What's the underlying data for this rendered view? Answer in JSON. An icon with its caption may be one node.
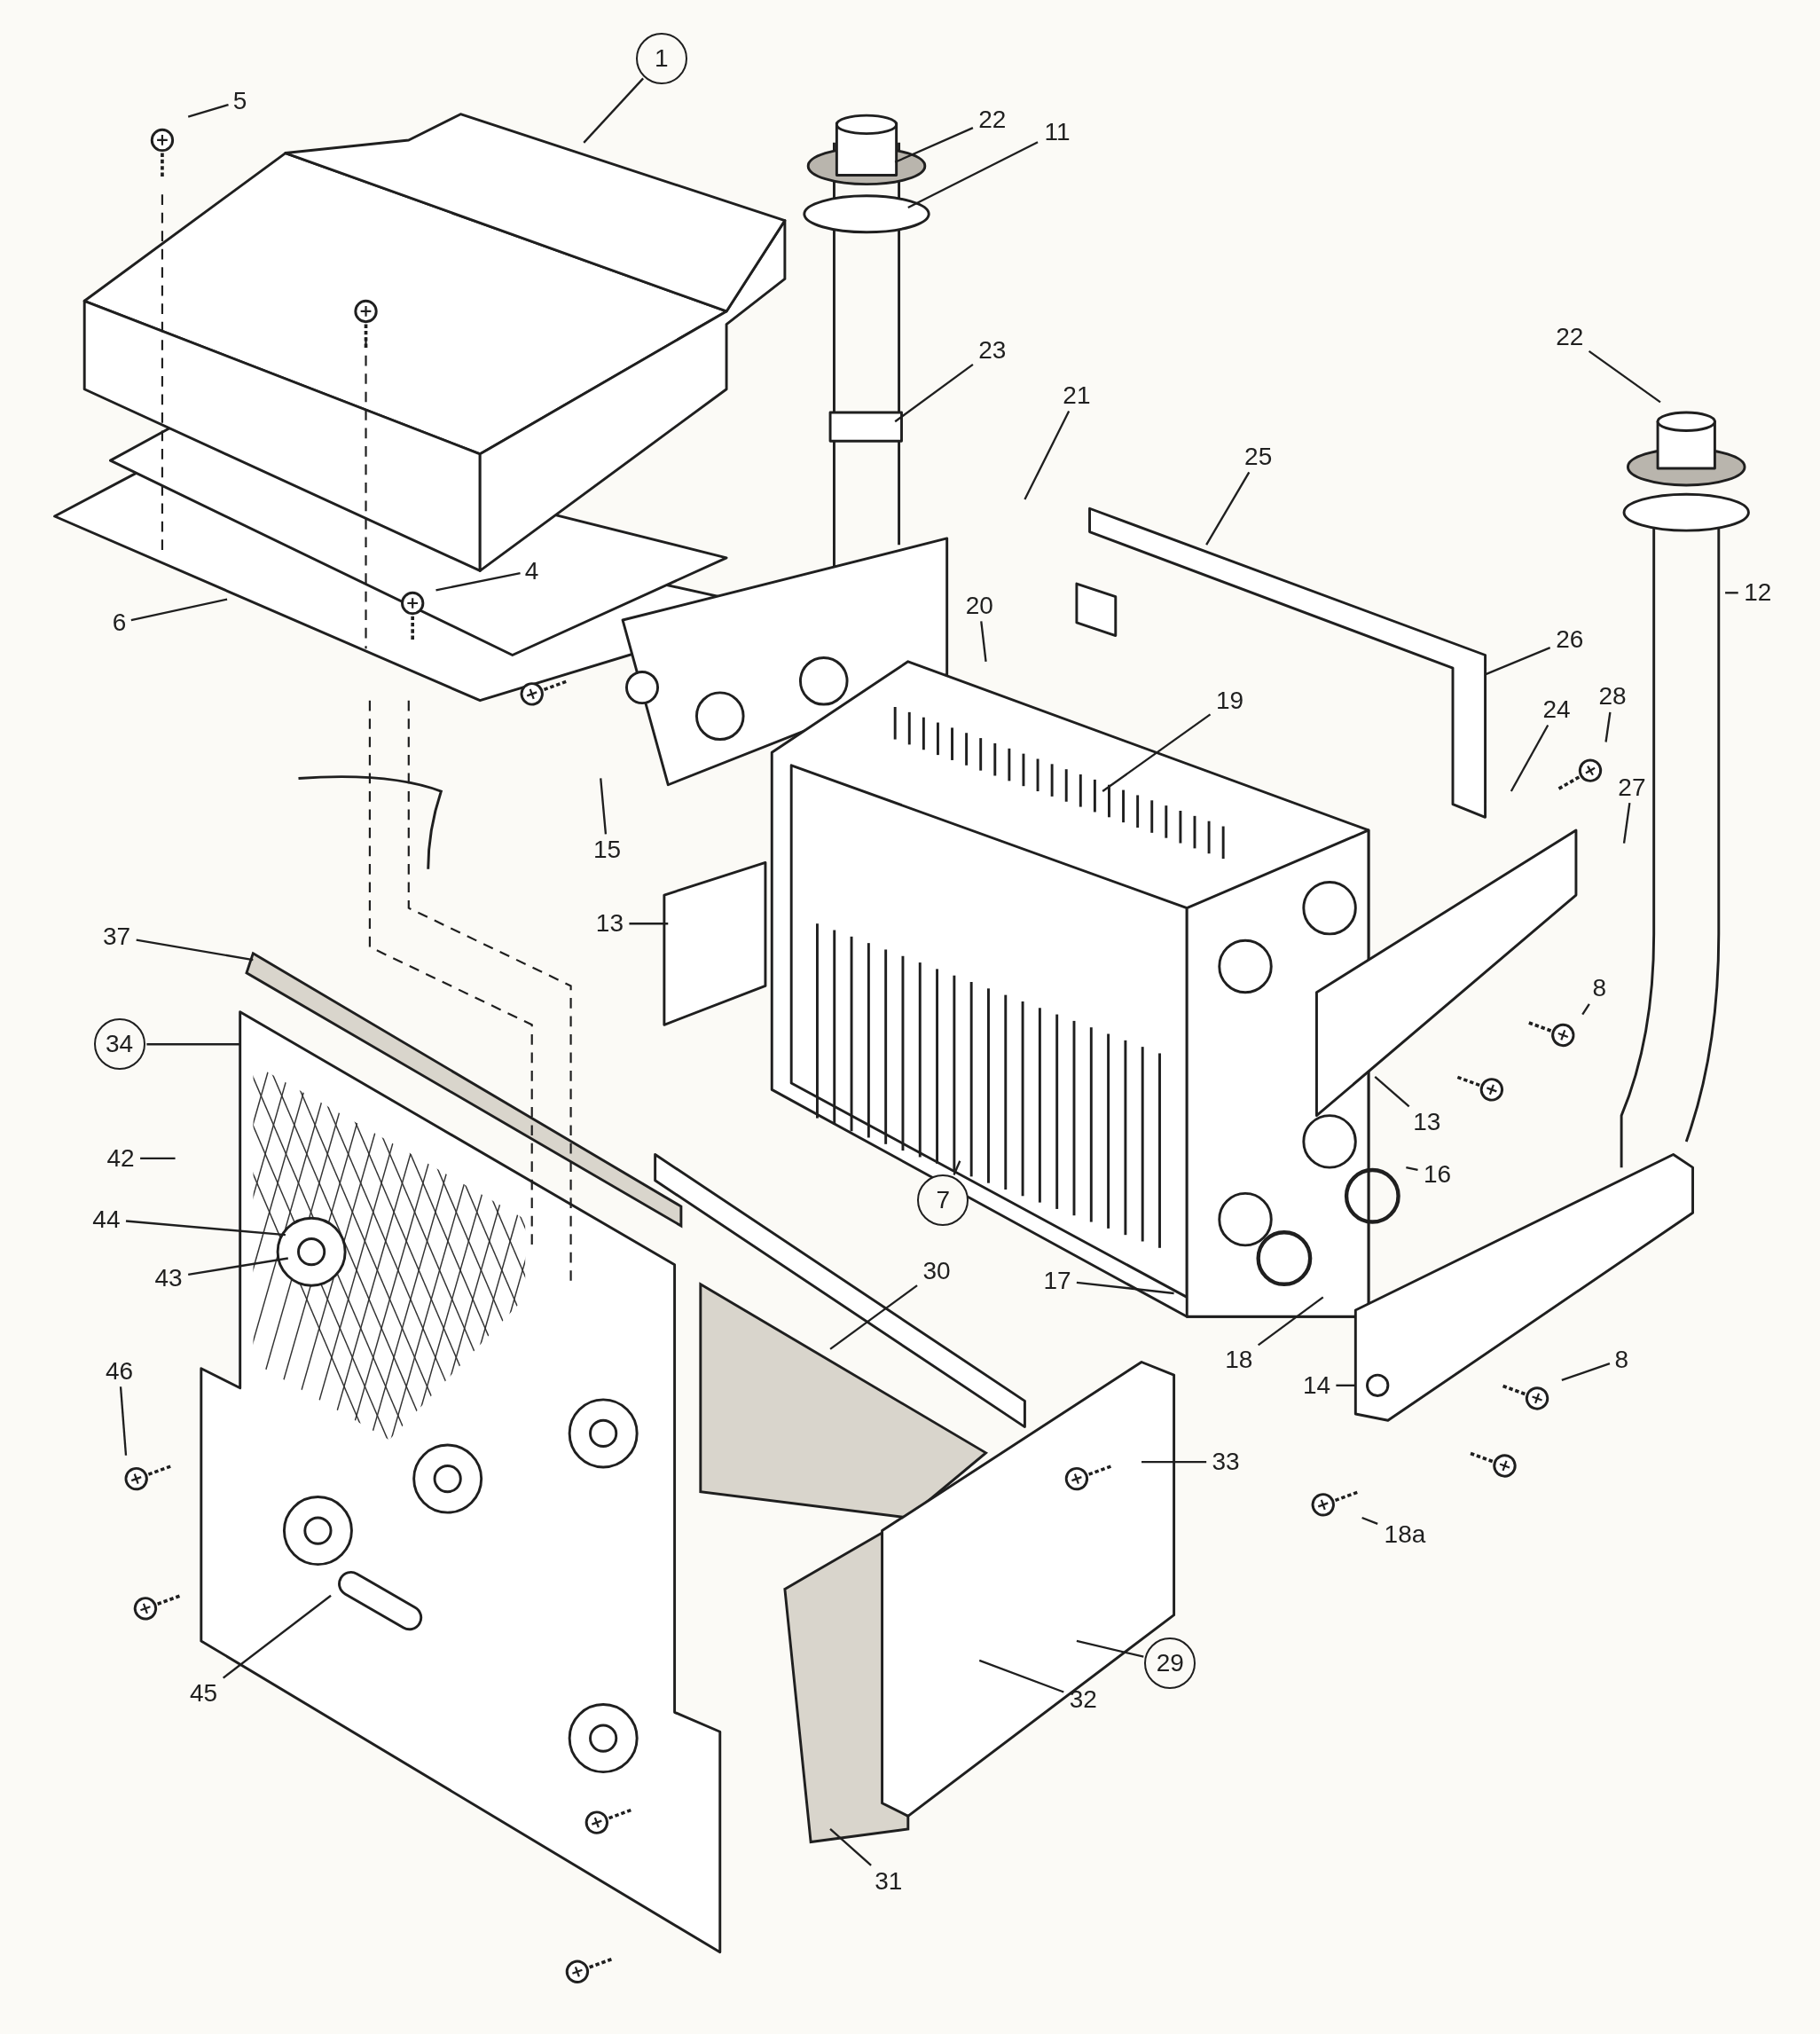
{
  "diagram": {
    "nodes": [
      {
        "text": [
          "1"
        ]
      },
      {
        "text": [
          "5"
        ]
      },
      {
        "text": [
          "22"
        ]
      },
      {
        "text": [
          "11"
        ]
      },
      {
        "text": [
          "23"
        ]
      },
      {
        "text": [
          "21"
        ]
      },
      {
        "text": [
          "25"
        ]
      },
      {
        "text": [
          "22"
        ]
      },
      {
        "text": [
          "12"
        ]
      },
      {
        "text": [
          "4"
        ]
      },
      {
        "text": [
          "6"
        ]
      },
      {
        "text": [
          "20"
        ]
      },
      {
        "text": [
          "26"
        ]
      },
      {
        "text": [
          "19"
        ]
      },
      {
        "text": [
          "28"
        ]
      },
      {
        "text": [
          "24"
        ]
      },
      {
        "text": [
          "27"
        ]
      },
      {
        "text": [
          "15"
        ]
      },
      {
        "text": [
          "13"
        ]
      },
      {
        "text": [
          "37"
        ]
      },
      {
        "text": [
          "34"
        ]
      },
      {
        "text": [
          "8"
        ]
      },
      {
        "text": [
          "13"
        ]
      },
      {
        "text": [
          "42"
        ]
      },
      {
        "text": [
          "44"
        ]
      },
      {
        "text": [
          "43"
        ]
      },
      {
        "text": [
          "16"
        ]
      },
      {
        "text": [
          "7"
        ]
      },
      {
        "text": [
          "30"
        ]
      },
      {
        "text": [
          "17"
        ]
      },
      {
        "text": [
          "18"
        ]
      },
      {
        "text": [
          "8"
        ]
      },
      {
        "text": [
          "14"
        ]
      },
      {
        "text": [
          "46"
        ]
      },
      {
        "text": [
          "33"
        ]
      },
      {
        "text": [
          "18a"
        ]
      },
      {
        "text": [
          "29"
        ]
      },
      {
        "text": [
          "32"
        ]
      },
      {
        "text": [
          "45"
        ]
      },
      {
        "text": [
          "31"
        ]
      }
    ],
    "edges": [
      {
        "from": 0,
        "to": null,
        "arrow": "none"
      },
      {
        "from": 1,
        "to": null,
        "arrow": "none"
      },
      {
        "from": 2,
        "to": null,
        "arrow": "none"
      },
      {
        "from": 3,
        "to": null,
        "arrow": "none"
      },
      {
        "from": 4,
        "to": null,
        "arrow": "none"
      },
      {
        "from": 5,
        "to": null,
        "arrow": "none"
      },
      {
        "from": 6,
        "to": null,
        "arrow": "none"
      },
      {
        "from": 7,
        "to": null,
        "arrow": "none"
      },
      {
        "from": 8,
        "to": null,
        "arrow": "none"
      },
      {
        "from": 9,
        "to": null,
        "arrow": "none"
      },
      {
        "from": 10,
        "to": null,
        "arrow": "none"
      },
      {
        "from": 11,
        "to": null,
        "arrow": "none"
      },
      {
        "from": 12,
        "to": null,
        "arrow": "none"
      },
      {
        "from": 13,
        "to": null,
        "arrow": "none"
      },
      {
        "from": 14,
        "to": null,
        "arrow": "none"
      },
      {
        "from": 15,
        "to": null,
        "arrow": "none"
      },
      {
        "from": 16,
        "to": null,
        "arrow": "none"
      },
      {
        "from": 17,
        "to": null,
        "arrow": "none"
      },
      {
        "from": 18,
        "to": null,
        "arrow": "none"
      },
      {
        "from": 19,
        "to": null,
        "arrow": "none"
      },
      {
        "from": 20,
        "to": null,
        "arrow": "none"
      },
      {
        "from": 21,
        "to": null,
        "arrow": "none"
      },
      {
        "from": 22,
        "to": null,
        "arrow": "none"
      },
      {
        "from": 23,
        "to": null,
        "arrow": "none"
      },
      {
        "from": 24,
        "to": null,
        "arrow": "none"
      },
      {
        "from": 25,
        "to": null,
        "arrow": "none"
      },
      {
        "from": 26,
        "to": null,
        "arrow": "none"
      },
      {
        "from": 27,
        "to": null,
        "arrow": "none"
      },
      {
        "from": 28,
        "to": null,
        "arrow": "none"
      },
      {
        "from": 29,
        "to": null,
        "arrow": "none"
      },
      {
        "from": 30,
        "to": null,
        "arrow": "none"
      },
      {
        "from": 31,
        "to": null,
        "arrow": "none"
      },
      {
        "from": 32,
        "to": null,
        "arrow": "none"
      },
      {
        "from": 33,
        "to": null,
        "arrow": "none"
      },
      {
        "from": 34,
        "to": null,
        "arrow": "none"
      },
      {
        "from": 35,
        "to": null,
        "arrow": "none"
      },
      {
        "from": 36,
        "to": null,
        "arrow": "none"
      },
      {
        "from": 37,
        "to": null,
        "arrow": "none"
      },
      {
        "from": 38,
        "to": null,
        "arrow": "none"
      },
      {
        "from": 39,
        "to": null,
        "arrow": "none"
      }
    ]
  }
}
